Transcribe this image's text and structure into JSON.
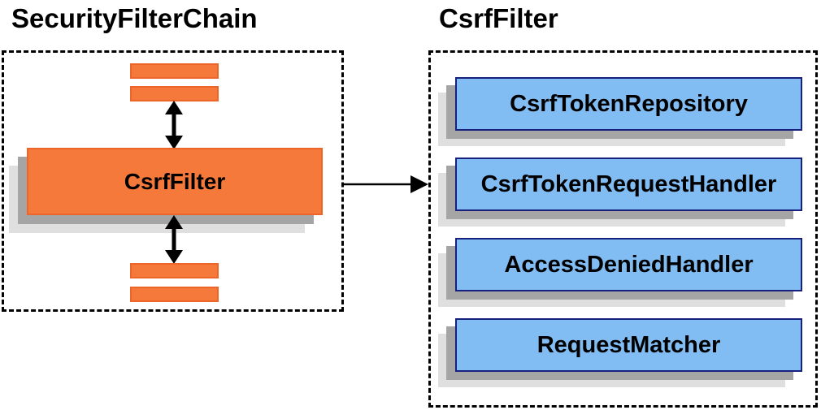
{
  "left_panel": {
    "title": "SecurityFilterChain",
    "csrf_filter_label": "CsrfFilter"
  },
  "right_panel": {
    "title": "CsrfFilter",
    "components": [
      {
        "label": "CsrfTokenRepository"
      },
      {
        "label": "CsrfTokenRequestHandler"
      },
      {
        "label": "AccessDeniedHandler"
      },
      {
        "label": "RequestMatcher"
      }
    ]
  },
  "icons": {
    "vertical_double_arrow": "double-arrow-icon",
    "connector": "arrow-right-icon"
  },
  "colors": {
    "accent_orange": "#F4793B",
    "orange_border": "#ED6528",
    "component_blue": "#81BCF3",
    "blue_border": "#17217D",
    "shadow_dark": "#A5A5A5",
    "shadow_light": "#DFDFDF",
    "outline_black": "#000000"
  }
}
